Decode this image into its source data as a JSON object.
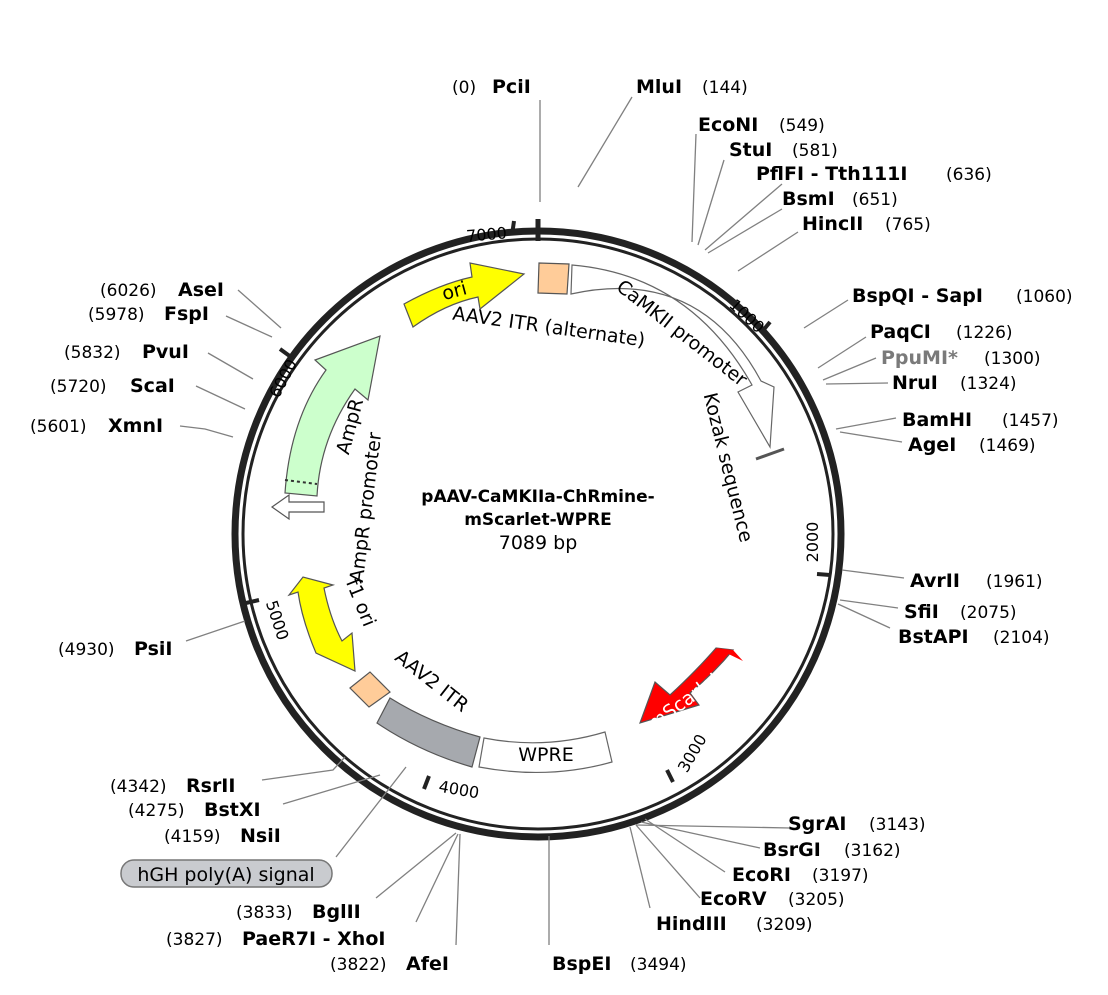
{
  "title_line1": "pAAV-CaMKIIa-ChRmine-",
  "title_line2": "mScarlet-WPRE",
  "length_label": "7089 bp",
  "ticks": [
    "7000",
    "1000",
    "2000",
    "3000",
    "4000",
    "5000",
    "6000"
  ],
  "features": {
    "ori": "ori",
    "camkii": "CaMKII promoter",
    "itr_alt": "AAV2 ITR (alternate)",
    "kozak": "Kozak sequence",
    "ampr": "AmpR",
    "ampr_promoter": "AmpR promoter",
    "f1": "f1 ori",
    "itr": "AAV2 ITR",
    "wpre": "WPRE",
    "mscarlet": "mScarlet",
    "hgh": "hGH poly(A) signal"
  },
  "sites": [
    {
      "name": "PciI",
      "pos": "(0)"
    },
    {
      "name": "MluI",
      "pos": "(144)"
    },
    {
      "name": "EcoNI",
      "pos": "(549)"
    },
    {
      "name": "StuI",
      "pos": "(581)"
    },
    {
      "name": "PflFI - Tth111I",
      "pos": "(636)"
    },
    {
      "name": "BsmI",
      "pos": "(651)"
    },
    {
      "name": "HincII",
      "pos": "(765)"
    },
    {
      "name": "BspQI - SapI",
      "pos": "(1060)"
    },
    {
      "name": "PaqCI",
      "pos": "(1226)"
    },
    {
      "name": "PpuMI*",
      "pos": "(1300)",
      "style": "gray"
    },
    {
      "name": "NruI",
      "pos": "(1324)"
    },
    {
      "name": "BamHI",
      "pos": "(1457)"
    },
    {
      "name": "AgeI",
      "pos": "(1469)"
    },
    {
      "name": "AvrII",
      "pos": "(1961)"
    },
    {
      "name": "SfiI",
      "pos": "(2075)"
    },
    {
      "name": "BstAPI",
      "pos": "(2104)"
    },
    {
      "name": "SgrAI",
      "pos": "(3143)"
    },
    {
      "name": "BsrGI",
      "pos": "(3162)"
    },
    {
      "name": "EcoRI",
      "pos": "(3197)"
    },
    {
      "name": "EcoRV",
      "pos": "(3205)"
    },
    {
      "name": "HindIII",
      "pos": "(3209)"
    },
    {
      "name": "BspEI",
      "pos": "(3494)"
    },
    {
      "name": "AfeI",
      "pos": "(3822)"
    },
    {
      "name": "PaeR7I - XhoI",
      "pos": "(3827)"
    },
    {
      "name": "BglII",
      "pos": "(3833)"
    },
    {
      "name": "NsiI",
      "pos": "(4159)"
    },
    {
      "name": "BstXI",
      "pos": "(4275)"
    },
    {
      "name": "RsrII",
      "pos": "(4342)"
    },
    {
      "name": "PsiI",
      "pos": "(4930)"
    },
    {
      "name": "XmnI",
      "pos": "(5601)"
    },
    {
      "name": "ScaI",
      "pos": "(5720)"
    },
    {
      "name": "PvuI",
      "pos": "(5832)"
    },
    {
      "name": "FspI",
      "pos": "(5978)"
    },
    {
      "name": "AseI",
      "pos": "(6026)"
    }
  ],
  "colors": {
    "ori": "#ffff00",
    "itr": "#ffcc99",
    "ampr": "#ccffcc",
    "mscarlet": "#ff0000",
    "itr_gray": "#a6a9ae",
    "hgh_box": "#c9cbcf"
  }
}
